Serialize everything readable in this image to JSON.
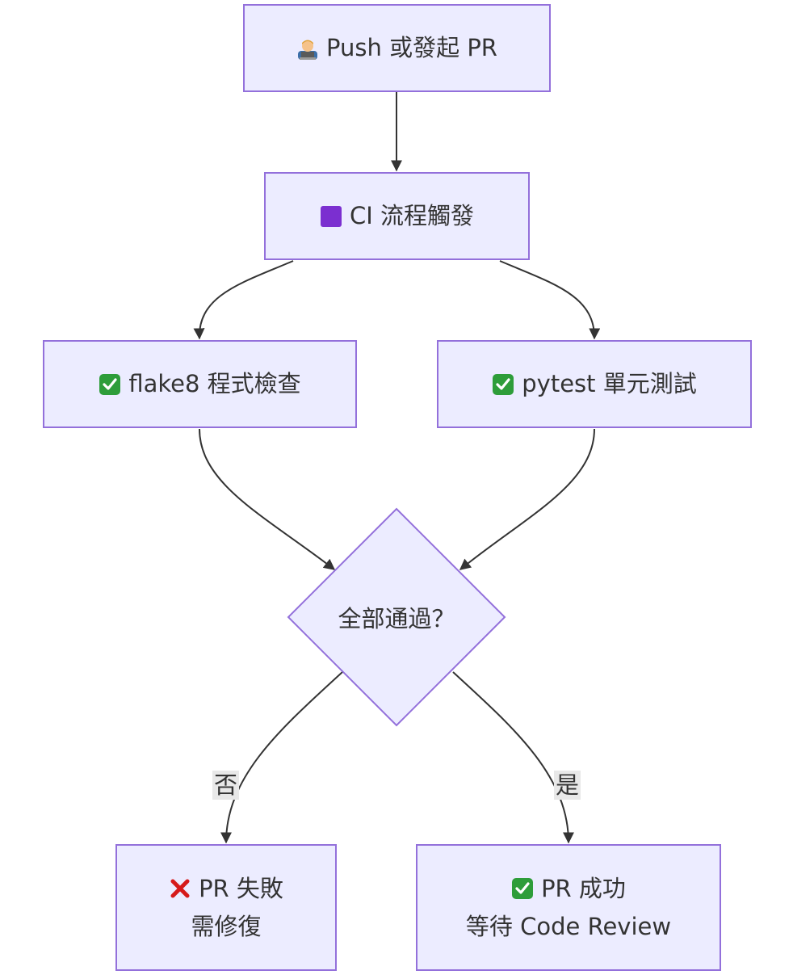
{
  "nodes": {
    "push": {
      "icon": "technologist-icon",
      "text": "Push 或發起 PR"
    },
    "ci": {
      "icon": "purple-square-icon",
      "text": "CI 流程觸發"
    },
    "flake8": {
      "icon": "check-box-icon",
      "text": "flake8 程式檢查"
    },
    "pytest": {
      "icon": "check-box-icon",
      "text": "pytest 單元測試"
    },
    "decision": {
      "text": "全部通過？"
    },
    "fail": {
      "icon": "red-cross-icon",
      "line1": "PR 失敗",
      "line2": "需修復"
    },
    "success": {
      "icon": "check-box-icon",
      "line1": "PR 成功",
      "line2": "等待 Code Review"
    }
  },
  "edges": {
    "no_label": "否",
    "yes_label": "是"
  },
  "colors": {
    "node_fill": "#ECECFF",
    "node_stroke": "#9370DB",
    "edge": "#333333",
    "label_bg": "#e8e8e8",
    "check_green": "#2e9d3a",
    "cross_red": "#d61a1a",
    "purple_square": "#7b2fd0"
  }
}
